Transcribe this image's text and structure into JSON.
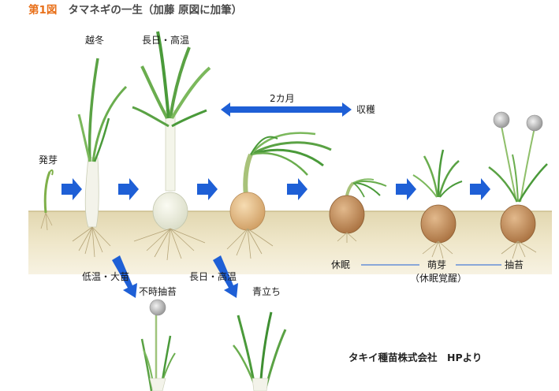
{
  "figure": {
    "number": "第1図",
    "title": "タマネギの一生（加藤 原図に加筆）"
  },
  "stages": {
    "germination": "発芽",
    "overwinter": "越冬",
    "long_day_high_temp": "長日・高温",
    "dormancy": "休眠",
    "sprouting": "萌芽",
    "sprouting_note": "（休眠覚醒）",
    "bolting": "抽苔"
  },
  "duration": {
    "label": "2カ月",
    "harvest": "収穫"
  },
  "branches": {
    "low_temp_large_seedling": "低温・大苗",
    "premature_bolting": "不時抽苔",
    "long_day_high_temp_2": "長日・高温",
    "green_standing": "青立ち"
  },
  "credit": "タキイ種苗株式会社　HPより",
  "colors": {
    "title_accent": "#e8701a",
    "arrow": "#1e5fd6",
    "soil": "#ece3c4",
    "leaf": "#4a9a3a",
    "bulb": "#d7ab78"
  }
}
